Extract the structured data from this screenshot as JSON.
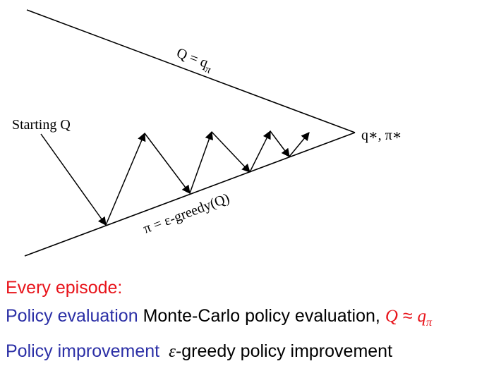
{
  "diagram": {
    "top_line_label": {
      "main": "Q = q",
      "sub": "π"
    },
    "bottom_line_label": "π = ε-greedy(Q)",
    "start_label": "Starting Q",
    "end_label": "q∗, π∗"
  },
  "text": {
    "line1": "Every episode:",
    "line2_label": "Policy evaluation",
    "line2_text": "Monte-Carlo policy evaluation,",
    "line2_math_Q": "Q",
    "line2_math_approx": "≈",
    "line2_math_q": "q",
    "line2_math_sub": "π",
    "line3_label": "Policy improvement",
    "line3_math": "ε",
    "line3_text": "-greedy policy improvement"
  }
}
